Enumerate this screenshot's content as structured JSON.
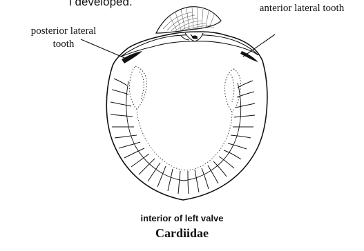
{
  "top_text": "l developed.",
  "labels": {
    "posterior": "posterior lateral tooth",
    "anterior": "anterior lateral tooth"
  },
  "caption": "interior of left valve",
  "family": "Cardiidae"
}
